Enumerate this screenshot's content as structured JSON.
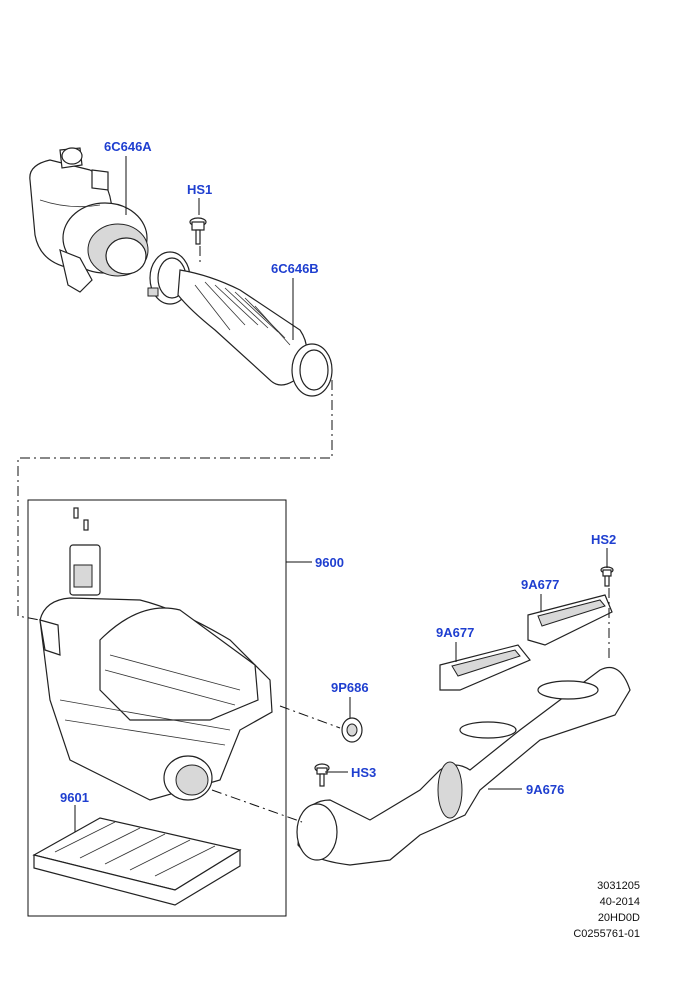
{
  "callouts": {
    "c1": "6C646A",
    "c2": "HS1",
    "c3": "6C646B",
    "c4": "9600",
    "c5": "HS2",
    "c6": "9A677",
    "c7": "9A677",
    "c8": "9P686",
    "c9": "HS3",
    "c10": "9A676",
    "c11": "9601"
  },
  "reference": {
    "line1": "3031205",
    "line2": "40-2014",
    "line3": "20HD0D",
    "line4": "C0255761-01"
  },
  "colors": {
    "callout": "#1f3fd0",
    "line": "#111111"
  }
}
